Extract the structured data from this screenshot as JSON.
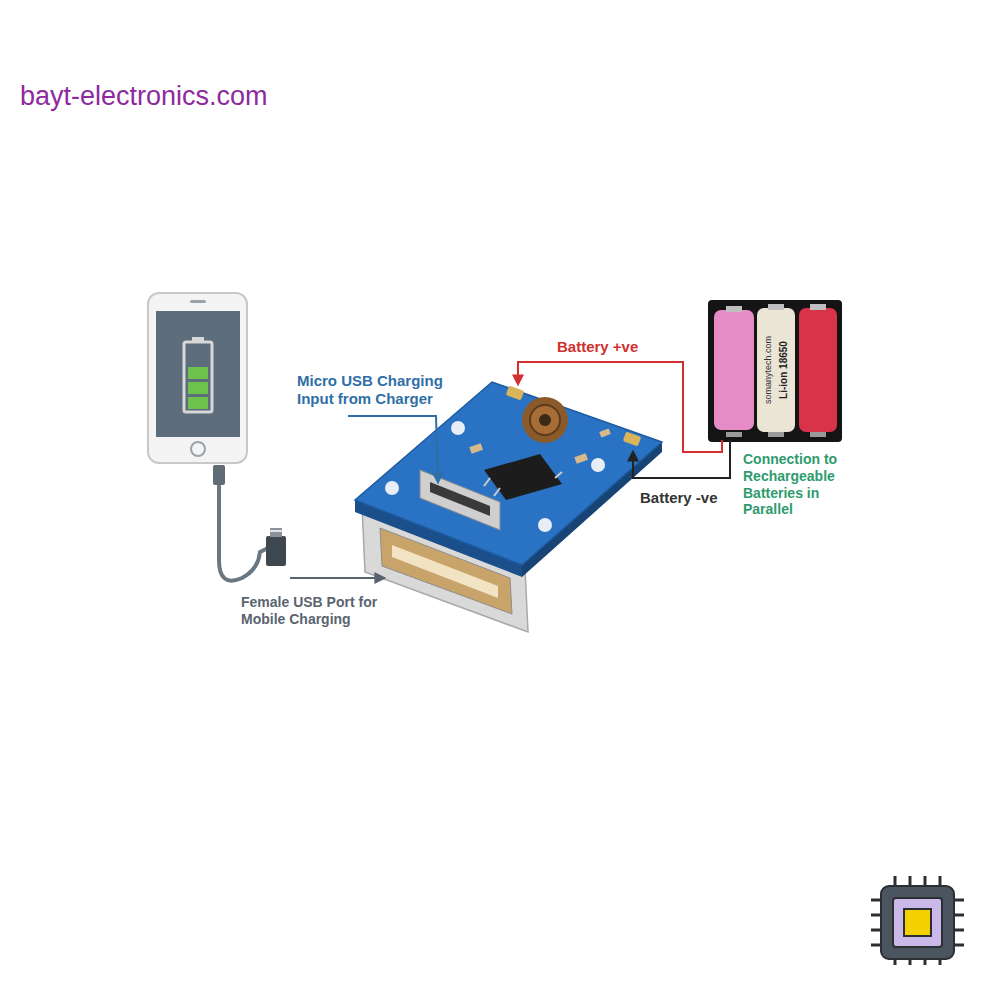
{
  "diagram": {
    "labels": [
      "bayt-electronics.com",
      "Micro USB Charging Input from Charger",
      "Battery +ve",
      "Battery -ve",
      "Connection to Rechargeable Batteries in Parallel",
      "Female USB Port for Mobile Charging",
      "somanytech.com",
      "Li-ion 18650"
    ]
  }
}
